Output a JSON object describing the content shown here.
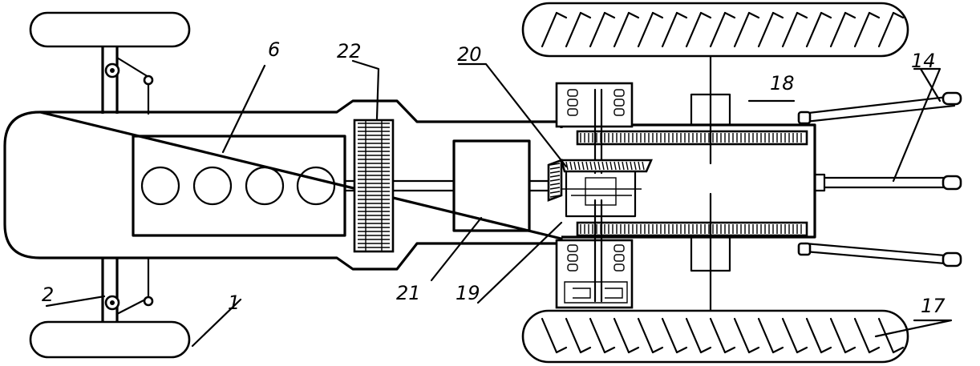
{
  "labels": {
    "l1": "1",
    "l2": "2",
    "l6": "6",
    "l14": "14",
    "l17": "17",
    "l18": "18",
    "l19": "19",
    "l20": "20",
    "l21": "21",
    "l22": "22"
  }
}
